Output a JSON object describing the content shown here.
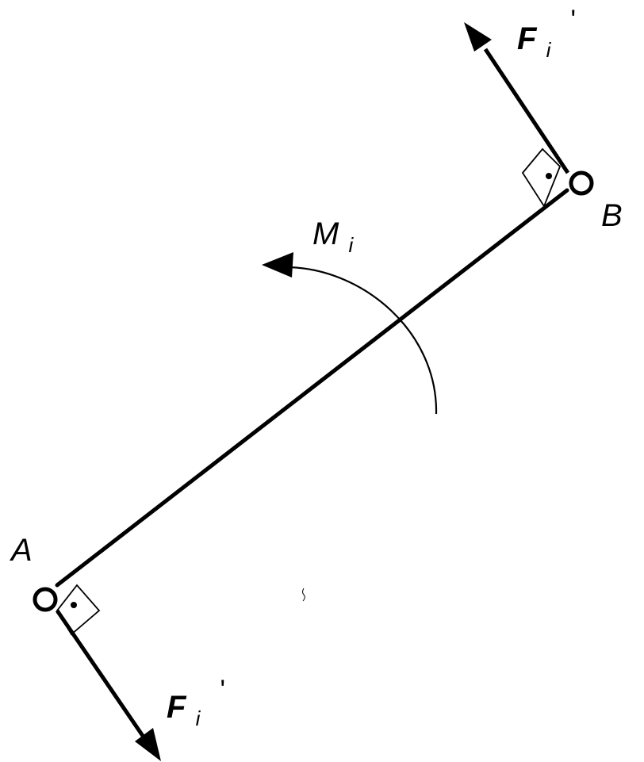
{
  "point_a": {
    "label": "A"
  },
  "point_b": {
    "label": "B"
  },
  "force_at_b": {
    "symbol": "F",
    "subscript": "i",
    "prime": "'"
  },
  "force_at_a": {
    "symbol": "F",
    "subscript": "i",
    "prime": "'"
  },
  "moment": {
    "symbol": "M",
    "subscript": "i"
  },
  "colors": {
    "ink": "#000000",
    "background": "#ffffff"
  }
}
